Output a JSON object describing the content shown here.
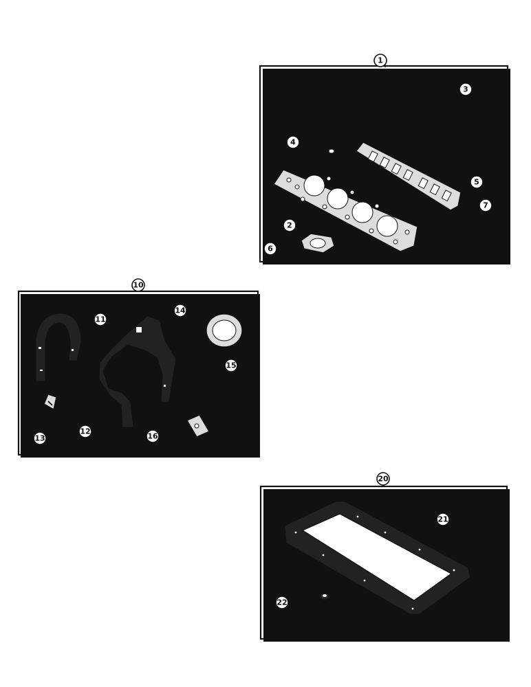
{
  "callouts": {
    "c1": "1",
    "c2": "2",
    "c3": "3",
    "c4": "4",
    "c5": "5",
    "c6": "6",
    "c7": "7",
    "c10": "10",
    "c11": "11",
    "c12": "12",
    "c13": "13",
    "c14": "14",
    "c15": "15",
    "c16": "16",
    "c20": "20",
    "c21": "21",
    "c22": "22"
  }
}
